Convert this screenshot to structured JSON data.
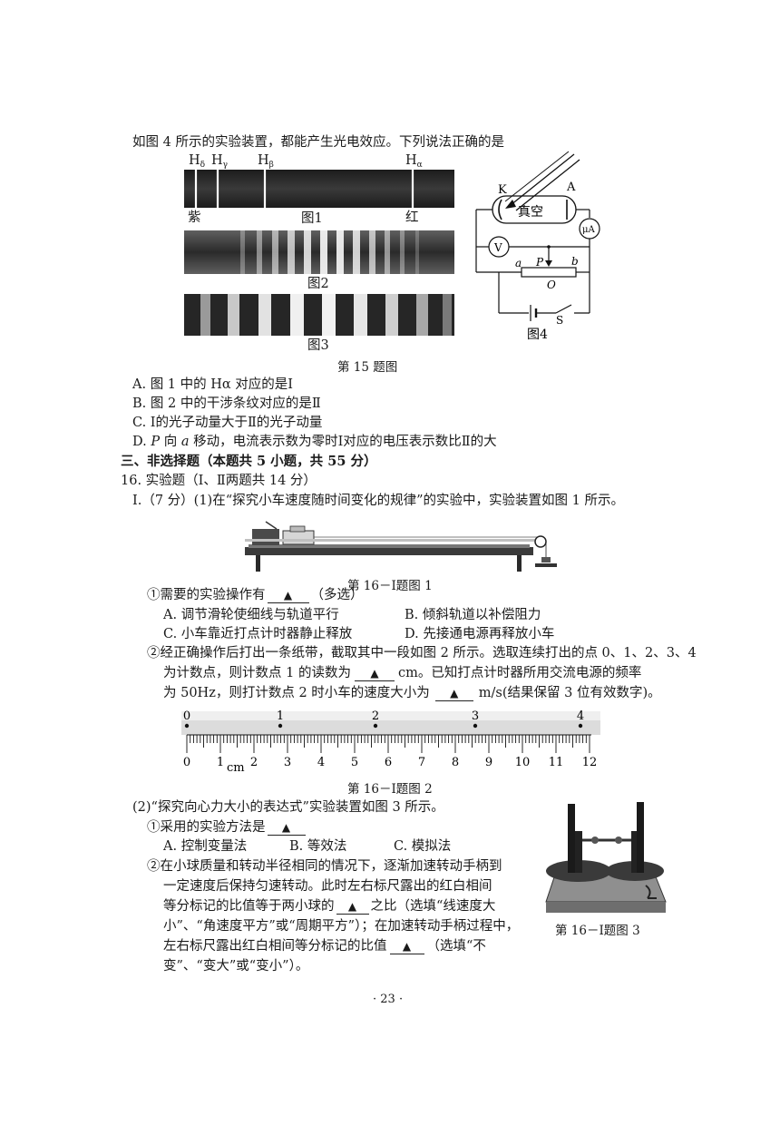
{
  "q15": {
    "intro": "如图 4 所示的实验装置，都能产生光电效应。下列说法正确的是",
    "spectrum_labels": {
      "h": "H",
      "delta": "δ",
      "gamma": "γ",
      "beta": "β",
      "alpha": "α"
    },
    "fig1": {
      "left": "紫",
      "caption": "图1",
      "right": "红"
    },
    "fig2_caption": "图2",
    "fig3_caption": "图3",
    "fig4": {
      "K": "K",
      "A": "A",
      "vacuum": "真空",
      "uA": "μA",
      "V": "V",
      "P": "P",
      "a": "a",
      "b": "b",
      "O": "O",
      "S": "S",
      "caption": "图4"
    },
    "figure_caption": "第 15 题图",
    "options": [
      "A. 图 1 中的 Hα 对应的是Ⅰ",
      "B. 图 2 中的干涉条纹对应的是Ⅱ",
      "C. Ⅰ的光子动量大于Ⅱ的光子动量"
    ],
    "option_d": {
      "prefix": "D. ",
      "p": "P",
      "mid": " 向 ",
      "a": "a",
      "rest": " 移动，电流表示数为零时Ⅰ对应的电压表示数比Ⅱ的大"
    }
  },
  "section3": "三、非选择题（本题共 5 小题，共 55 分）",
  "q16": {
    "title": "16. 实验题（Ⅰ、Ⅱ两题共 14 分）",
    "part1_intro": "Ⅰ.（7 分）(1)在“探究小车速度随时间变化的规律”的实验中，实验装置如图 1 所示。",
    "fig1_caption": "第 16－Ⅰ题图 1",
    "step1": {
      "text": "①需要的实验操作有",
      "blank": "▲",
      "suffix": "（多选）"
    },
    "options1": [
      "A. 调节滑轮使细线与轨道平行",
      "B. 倾斜轨道以补偿阻力",
      "C. 小车靠近打点计时器静止释放",
      "D. 先接通电源再释放小车"
    ],
    "step2": {
      "line1": "②经正确操作后打出一条纸带，截取其中一段如图 2 所示。选取连续打出的点 0、1、2、3、4",
      "line2_a": "为计数点，则计数点 1 的读数为",
      "blank": "▲",
      "line2_b": "cm。已知打点计时器所用交流电源的频率",
      "line3_a": "为 50Hz，则打计数点 2 时小车的速度大小为",
      "line3_b": "m/s(结果保留 3 位有效数字)。"
    },
    "tape_points": [
      "0",
      "1",
      "2",
      "3",
      "4"
    ],
    "ruler_labels": [
      "0",
      "1",
      "2",
      "3",
      "4",
      "5",
      "6",
      "7",
      "8",
      "9",
      "10",
      "11",
      "12"
    ],
    "ruler_unit": "cm",
    "fig2_caption": "第 16－Ⅰ题图 2",
    "part2_intro": "(2)“探究向心力大小的表达式”实验装置如图 3 所示。",
    "method": {
      "text": "①采用的实验方法是",
      "blank": "▲"
    },
    "options2": [
      "A. 控制变量法",
      "B. 等效法",
      "C. 模拟法"
    ],
    "step3": {
      "line1": "②在小球质量和转动半径相同的情况下，逐渐加速转动手柄到",
      "line2": "一定速度后保持匀速转动。此时左右标尺露出的红白相间",
      "line3_a": "等分标记的比值等于两小球的",
      "line3_b": "之比（选填“线速度大",
      "line4": "小”、“角速度平方”或“周期平方”）；在加速转动手柄过程中，",
      "line5_a": "左右标尺露出红白相间等分标记的比值",
      "line5_b": "（选填“不",
      "line6": "变”、“变大”或“变小”）。",
      "blank": "▲"
    },
    "fig3_caption": "第 16－Ⅰ题图 3"
  },
  "page_number": "· 23 ·"
}
